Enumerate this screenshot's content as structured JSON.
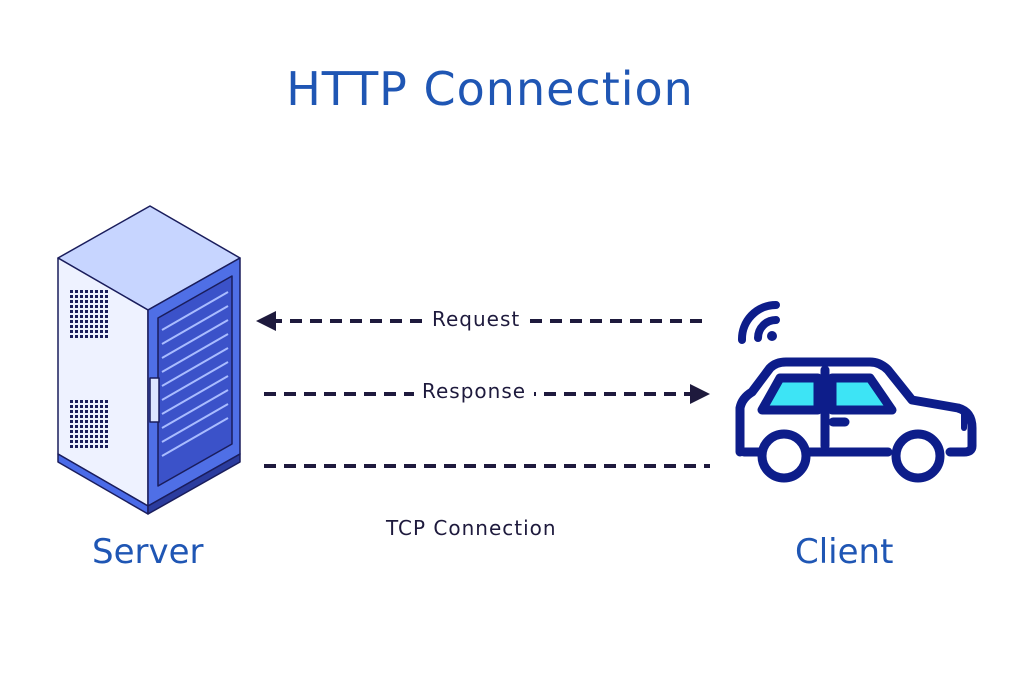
{
  "title": "HTTP Connection",
  "nodes": {
    "server": {
      "label": "Server"
    },
    "client": {
      "label": "Client"
    }
  },
  "flows": {
    "request": "Request",
    "response": "Response",
    "tcp": "TCP Connection"
  },
  "colors": {
    "title": "#1f56b4",
    "arrow": "#1e1a3d",
    "server_front": "#dde6ff",
    "server_side": "#4a6be8",
    "car_outline": "#0d1d8a",
    "car_window": "#3de4f5"
  },
  "icons": {
    "server": "server-rack-icon",
    "client": "car-icon",
    "signal": "wifi-signal-icon"
  }
}
